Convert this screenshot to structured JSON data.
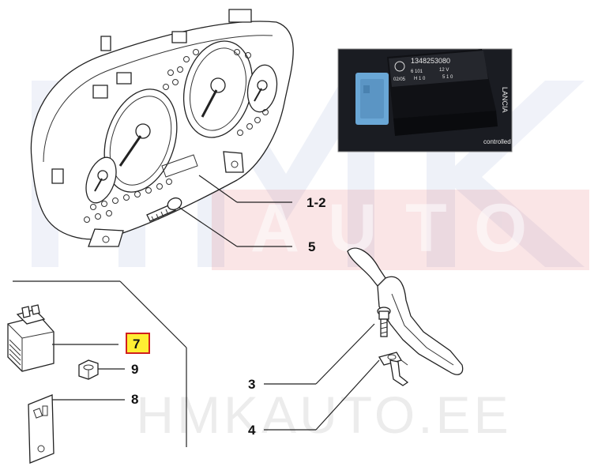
{
  "watermark": {
    "letters_top": "HMK",
    "letters_band": "AUTO",
    "footer_text": "HMKAUTO.EE",
    "color_blue": "#3a5fae",
    "color_red": "#d9484f"
  },
  "photo": {
    "part_number": "1348253080",
    "label_lines": [
      "6 101",
      "12 V",
      "H 1 0",
      "5 1 0"
    ],
    "small_code": "02/05",
    "side_brand": "LANCIA",
    "side_text": "controlled",
    "connector_color": "#6aa7d6"
  },
  "callouts": [
    {
      "id": "1-2",
      "label": "1-2",
      "highlighted": false
    },
    {
      "id": "5",
      "label": "5",
      "highlighted": false
    },
    {
      "id": "7",
      "label": "7",
      "highlighted": true
    },
    {
      "id": "9",
      "label": "9",
      "highlighted": false
    },
    {
      "id": "8",
      "label": "8",
      "highlighted": false
    },
    {
      "id": "3",
      "label": "3",
      "highlighted": false
    },
    {
      "id": "4",
      "label": "4",
      "highlighted": false
    }
  ],
  "highlight_colors": {
    "fill": "#ffee33",
    "border": "#d01f1f"
  }
}
